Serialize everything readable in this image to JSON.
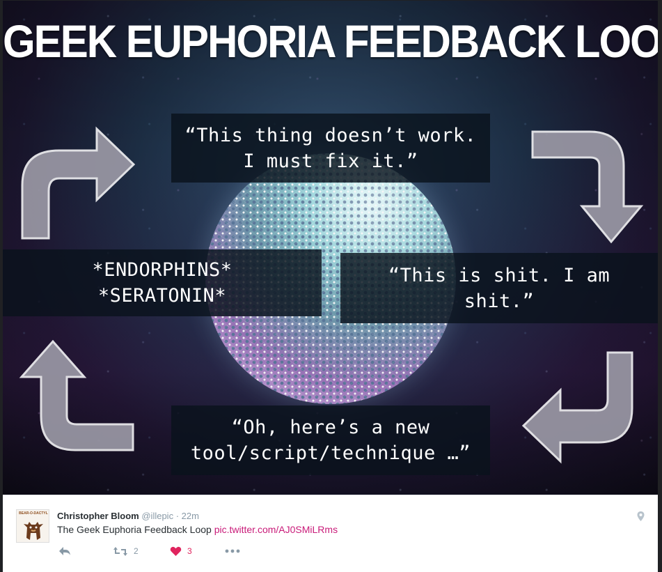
{
  "image": {
    "title": "GEEK EUPHORIA FEEDBACK LOOP",
    "boxes": {
      "top": "“This thing doesn’t work.\nI must fix it.”",
      "left": "*ENDORPHINS*\n*SERATONIN*",
      "right": "“This is shit. I am\nshit.”",
      "bottom": "“Oh, here’s a new\ntool/script/technique …”"
    },
    "arrows": {
      "top_left": "curved-arrow-right-icon",
      "top_right": "curved-arrow-down-icon",
      "bottom_right": "curved-arrow-left-icon",
      "bottom_left": "curved-arrow-up-icon"
    },
    "colors": {
      "box_background": "#0a121c",
      "arrow_fill": "#9a98a5",
      "arrow_outline": "#f0f0f2"
    }
  },
  "tweet": {
    "avatar": {
      "label": "BEAR-O-DACTYL",
      "icon": "bear-icon"
    },
    "author": {
      "name": "Christopher Bloom",
      "handle": "@illepic",
      "separator": "·",
      "time": "22m"
    },
    "text": "The Geek Euphoria Feedback Loop",
    "link": "pic.twitter.com/AJ0SMiLRms",
    "actions": {
      "reply": {
        "icon": "reply-icon"
      },
      "retweet": {
        "icon": "retweet-icon",
        "count": "2"
      },
      "like": {
        "icon": "heart-icon",
        "count": "3"
      },
      "more": {
        "icon": "more-icon"
      }
    },
    "location_icon": "location-pin-icon",
    "colors": {
      "link": "#c91b79",
      "like": "#e0245e",
      "muted": "#8899a6"
    }
  }
}
